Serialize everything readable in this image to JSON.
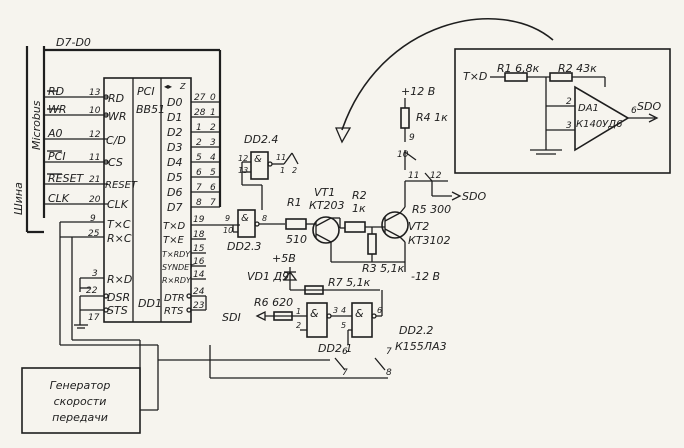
{
  "bus": {
    "vertical_label": "Шина",
    "vertical_label2": "Microbus",
    "data_bus": "D7-D0",
    "signals": [
      "RD",
      "WR",
      "A0",
      "PCI",
      "RESET",
      "CLK"
    ],
    "signal_pins": [
      "13",
      "10",
      "12",
      "11",
      "21",
      "20"
    ]
  },
  "chip_dd1": {
    "name": "DD1",
    "type_line1": "PCI",
    "type_line2": "BB51",
    "left_pins": [
      "RD",
      "WR",
      "C/D",
      "CS",
      "RESET",
      "CLK",
      "T×C",
      "R×C",
      "R×D",
      "DSR",
      "STS"
    ],
    "data_pins": [
      "D0",
      "D1",
      "D2",
      "D3",
      "D4",
      "D5",
      "D6",
      "D7"
    ],
    "data_pin_numbers": [
      "27",
      "28",
      "1",
      "2",
      "5",
      "6",
      "7",
      "8"
    ],
    "data_bit_numbers": [
      "0",
      "1",
      "2",
      "3",
      "4",
      "5",
      "6",
      "7"
    ],
    "right_pins": [
      "T×D",
      "T×E",
      "T×RDY",
      "SYNDET",
      "R×RDY",
      "DTR",
      "RTS"
    ],
    "right_pin_numbers": [
      "19",
      "18",
      "15",
      "16",
      "14",
      "24",
      "23"
    ],
    "left_numbers": [
      "9",
      "25",
      "3",
      "22",
      "17"
    ],
    "bus_mark": "Z"
  },
  "gates": {
    "dd24": "DD2.4",
    "dd23": "DD2.3",
    "dd21": "DD2.1",
    "dd22": "DD2.2",
    "dd2_type": "К155ЛА3",
    "symbol": "&",
    "pin_labels": [
      "12",
      "13",
      "11",
      "1",
      "2",
      "9",
      "10",
      "8",
      "3",
      "4",
      "5",
      "6",
      "7",
      "1",
      "2",
      "3",
      "4",
      "5",
      "6",
      "8"
    ]
  },
  "components": {
    "r1": "R1",
    "r1_value": "510",
    "vt1": "VT1",
    "vt1_type": "КТ203",
    "r2": "R2",
    "r2_value": "1к",
    "r3": "R3 5,1к",
    "r4": "R4 1к",
    "r5": "R5 300",
    "vt2": "VT2",
    "vt2_type": "КТ3102",
    "r6": "R6 620",
    "r7": "R7 5,1к",
    "vd1": "VD1 Д9",
    "plus5": "+5В",
    "plus12": "+12 В",
    "minus12": "-12 В",
    "sdo": "SDO",
    "sdi": "SDI",
    "pin9": "9",
    "pin10": "10",
    "pin11": "11",
    "pin12": "12"
  },
  "inset": {
    "txd": "T×D",
    "r1": "R1 6,8к",
    "r2": "R2 43к",
    "da1": "DA1",
    "da1_type": "К140УД6",
    "sdo": "SDO",
    "pin2": "2",
    "pin3": "3",
    "pin6": "6"
  },
  "generator": {
    "line1": "Генератор",
    "line2": "скорости",
    "line3": "передачи"
  }
}
